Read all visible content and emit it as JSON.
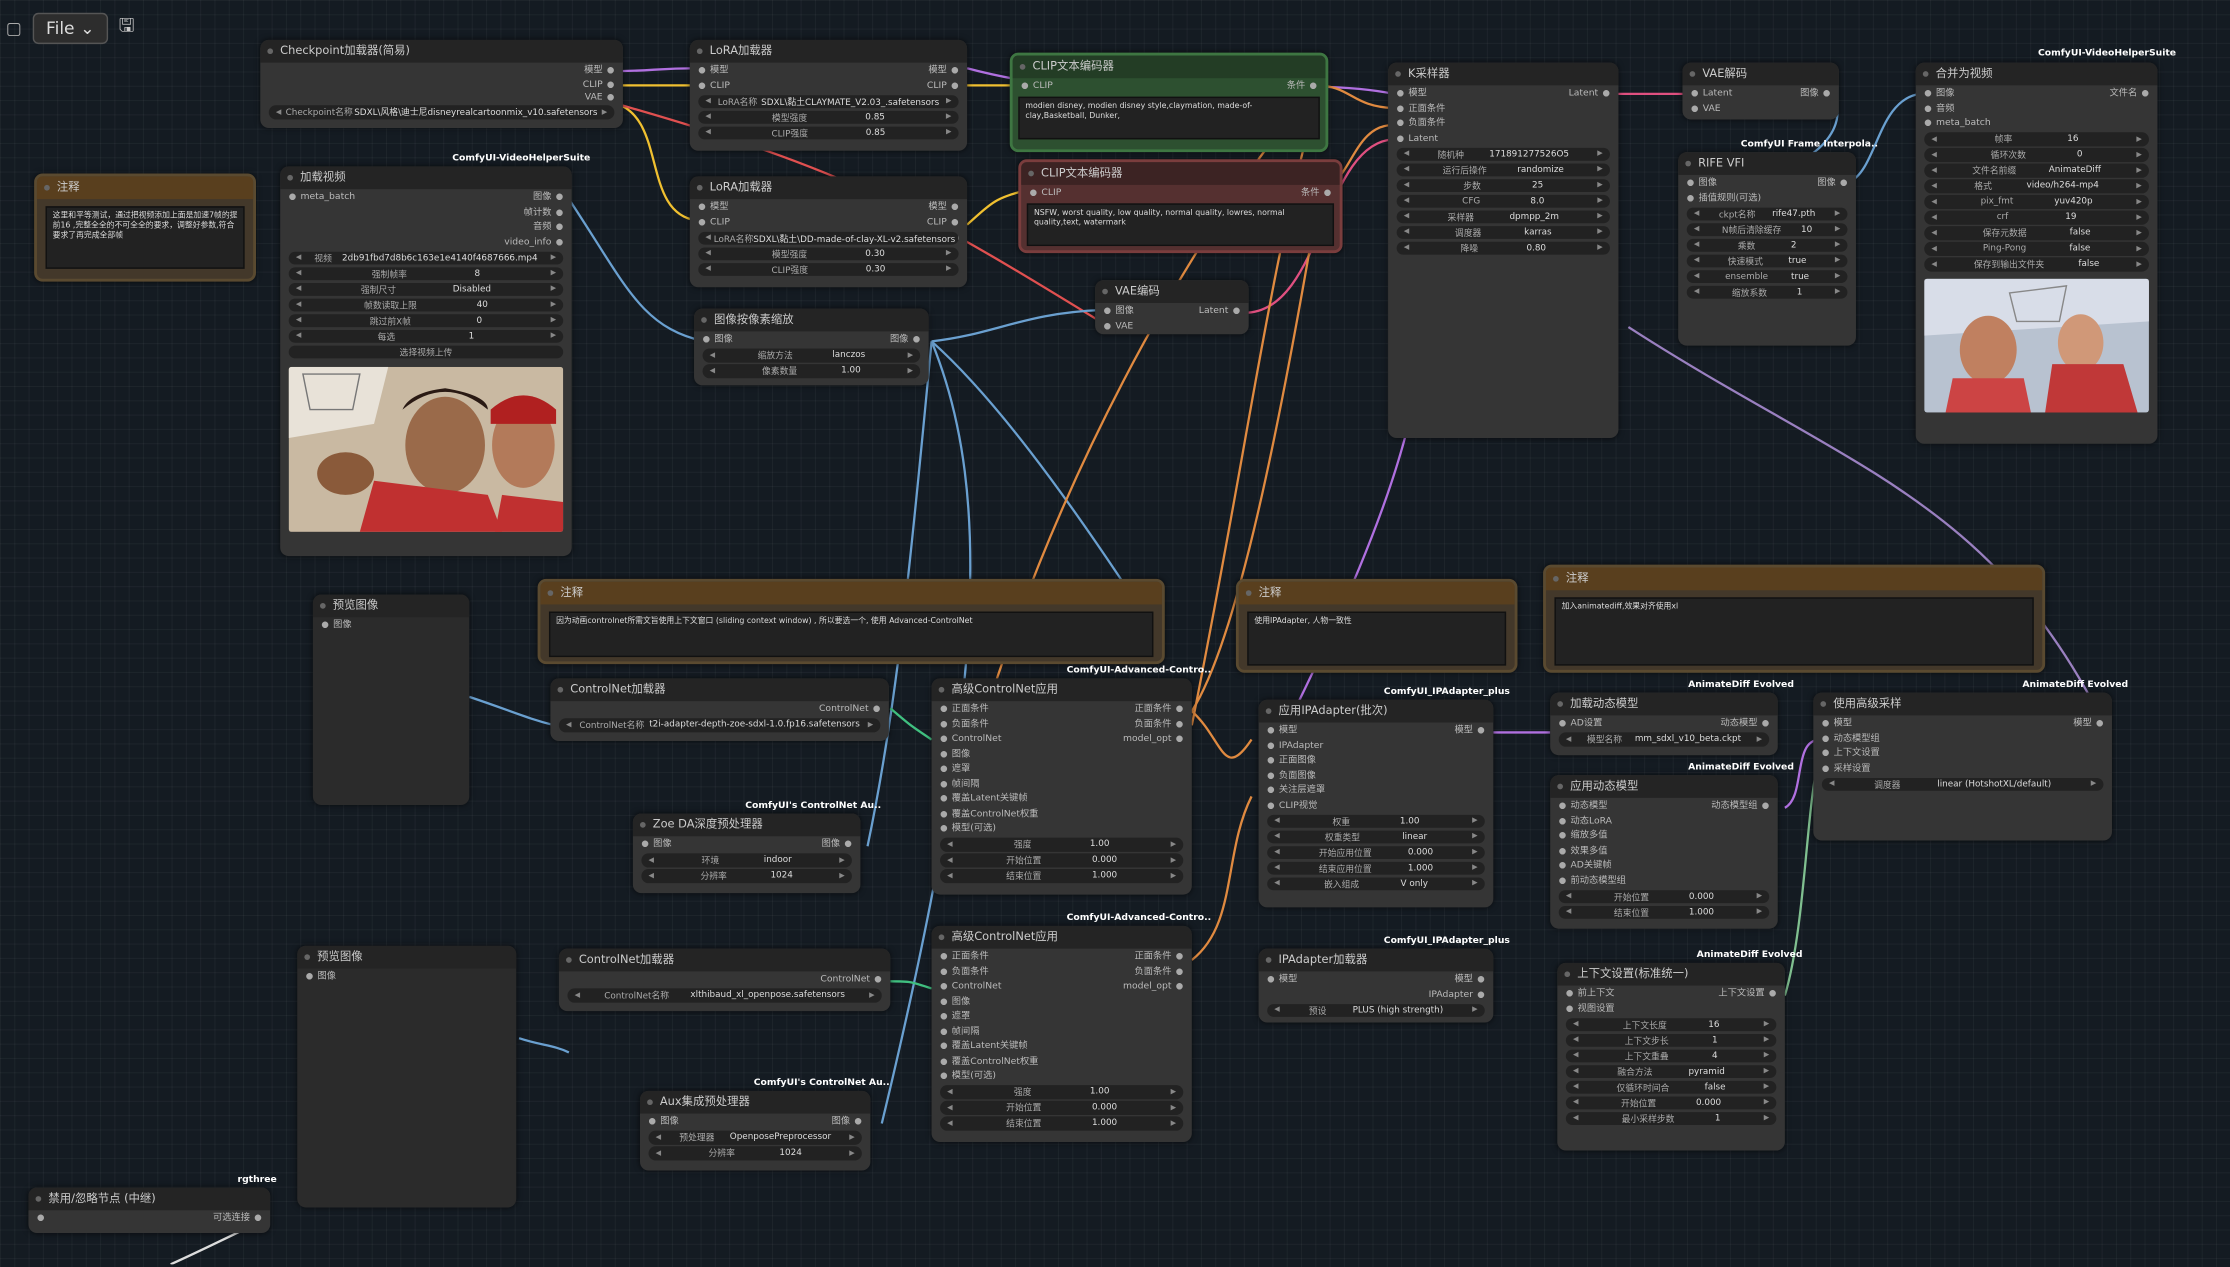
{
  "topbar": {
    "file_label": "File"
  },
  "badges": {
    "vhs1": "ComfyUI-VideoHelperSuite",
    "vhs2": "ComfyUI-VideoHelperSuite",
    "fi": "ComfyUI Frame Interpola..",
    "acn1": "ComfyUI-Advanced-Contro..",
    "acn2": "ComfyUI-Advanced-Contro..",
    "cnaux1": "ComfyUI's ControlNet Au..",
    "cnaux2": "ComfyUI's ControlNet Au..",
    "ipa1": "ComfyUI_IPAdapter_plus",
    "ipa2": "ComfyUI_IPAdapter_plus",
    "ade1": "AnimateDiff Evolved",
    "ade2": "AnimateDiff Evolved",
    "ade3": "AnimateDiff Evolved",
    "ade4": "AnimateDiff Evolved",
    "rg": "rgthree"
  },
  "checkpoint": {
    "title": "Checkpoint加载器(简易)",
    "out1": "模型",
    "out2": "CLIP",
    "out3": "VAE",
    "w_label": "Checkpoint名称",
    "w_value": "SDXL\\风格\\迪士尼disneyrealcartoonmix_v10.safetensors"
  },
  "lora1": {
    "title": "LoRA加载器",
    "in1": "模型",
    "in2": "CLIP",
    "out1": "模型",
    "out2": "CLIP",
    "w1l": "LoRA名称",
    "w1v": "SDXL\\黏土CLAYMATE_V2.03_.safetensors",
    "w2l": "模型强度",
    "w2v": "0.85",
    "w3l": "CLIP强度",
    "w3v": "0.85"
  },
  "lora2": {
    "title": "LoRA加载器",
    "in1": "模型",
    "in2": "CLIP",
    "out1": "模型",
    "out2": "CLIP",
    "w1l": "LoRA名称",
    "w1v": "SDXL\\黏土\\DD-made-of-clay-XL-v2.safetensors",
    "w2l": "模型强度",
    "w2v": "0.30",
    "w3l": "CLIP强度",
    "w3v": "0.30"
  },
  "clip_pos": {
    "title": "CLIP文本编码器",
    "in": "CLIP",
    "out": "条件",
    "text": "modien disney, modien disney style,claymation, made-of-clay,Basketball, Dunker,"
  },
  "clip_neg": {
    "title": "CLIP文本编码器",
    "in": "CLIP",
    "out": "条件",
    "text": "NSFW, worst quality, low quality, normal quality, lowres, normal quality,text, watermark"
  },
  "note1": {
    "title": "注释",
    "text": "这里和平等测试，通过把视频添加上面是加速7帧的提前16 ,完整全全的不可全全的要求，调整好参数,符合要求了再完成全部帧"
  },
  "load_video": {
    "title": "加载视频",
    "in1": "meta_batch",
    "out1": "图像",
    "out2": "帧计数",
    "out3": "音频",
    "out4": "video_info",
    "w1l": "视频",
    "w1v": "2db91fbd7d8b6c163e1e4140f4687666.mp4",
    "w2l": "强制帧率",
    "w2v": "8",
    "w3l": "强制尺寸",
    "w3v": "Disabled",
    "w4l": "帧数读取上限",
    "w4v": "40",
    "w5l": "跳过前X帧",
    "w5v": "0",
    "w6l": "每选",
    "w6v": "1",
    "upload": "选择视频上传"
  },
  "upscale": {
    "title": "图像按像素缩放",
    "in": "图像",
    "out": "图像",
    "w1l": "缩放方法",
    "w1v": "lanczos",
    "w2l": "像素数量",
    "w2v": "1.00"
  },
  "vae_decode1": {
    "title": "VAE编码",
    "in1": "图像",
    "in2": "VAE",
    "out": "Latent"
  },
  "ksampler": {
    "title": "K采样器",
    "in1": "模型",
    "in2": "正面条件",
    "in3": "负面条件",
    "in4": "Latent",
    "out": "Latent",
    "w1l": "随机种",
    "w1v": "171891277526O5",
    "w2l": "运行后操作",
    "w2v": "randomize",
    "w3l": "步数",
    "w3v": "25",
    "w4l": "CFG",
    "w4v": "8.0",
    "w5l": "采样器",
    "w5v": "dpmpp_2m",
    "w6l": "调度器",
    "w6v": "karras",
    "w7l": "降噪",
    "w7v": "0.80"
  },
  "vae_decode2": {
    "title": "VAE解码",
    "in1": "Latent",
    "in2": "VAE",
    "out": "图像"
  },
  "rife": {
    "title": "RIFE VFI",
    "in1": "图像",
    "in2": "插值规则(可选)",
    "out": "图像",
    "w1l": "ckpt名称",
    "w1v": "rife47.pth",
    "w2l": "N帧后清除缓存",
    "w2v": "10",
    "w3l": "乘数",
    "w3v": "2",
    "w4l": "快速模式",
    "w4v": "true",
    "w5l": "ensemble",
    "w5v": "true",
    "w6l": "缩放系数",
    "w6v": "1"
  },
  "combine": {
    "title": "合并为视频",
    "in1": "图像",
    "in2": "音频",
    "in3": "meta_batch",
    "out": "文件名",
    "w1l": "帧率",
    "w1v": "16",
    "w2l": "循环次数",
    "w2v": "0",
    "w3l": "文件名前缀",
    "w3v": "AnimateDiff",
    "w4l": "格式",
    "w4v": "video/h264-mp4",
    "w5l": "pix_fmt",
    "w5v": "yuv420p",
    "w6l": "crf",
    "w6v": "19",
    "w7l": "保存元数据",
    "w7v": "false",
    "w8l": "Ping-Pong",
    "w8v": "false",
    "w9l": "保存到输出文件夹",
    "w9v": "false"
  },
  "preview1": {
    "title": "预览图像",
    "in": "图像"
  },
  "preview2": {
    "title": "预览图像",
    "in": "图像"
  },
  "note2": {
    "title": "注释",
    "text": "因为动画controlnet所需文旨使用上下文窗口 (sliding context window) , 所以要选一个, 使用 Advanced-ControlNet"
  },
  "note3": {
    "title": "注释",
    "text": "使用IPAdapter, 人物一致性"
  },
  "note4": {
    "title": "注释",
    "text": "加入animatediff,效果对齐使用xl"
  },
  "cn_loader1": {
    "title": "ControlNet加载器",
    "out": "ControlNet",
    "wl": "ControlNet名称",
    "wv": "t2i-adapter-depth-zoe-sdxl-1.0.fp16.safetensors"
  },
  "cn_loader2": {
    "title": "ControlNet加载器",
    "out": "ControlNet",
    "wl": "ControlNet名称",
    "wv": "xlthibaud_xl_openpose.safetensors"
  },
  "adv_cn1": {
    "title": "高级ControlNet应用",
    "in": [
      "正面条件",
      "负面条件",
      "ControlNet",
      "图像",
      "遮罩",
      "帧间隔",
      "覆盖Latent关键帧",
      "覆盖ControlNet权重",
      "模型(可选)"
    ],
    "out1": "正面条件",
    "out2": "负面条件",
    "out3": "model_opt",
    "w1l": "强度",
    "w1v": "1.00",
    "w2l": "开始位置",
    "w2v": "0.000",
    "w3l": "结束位置",
    "w3v": "1.000"
  },
  "adv_cn2": {
    "title": "高级ControlNet应用",
    "in": [
      "正面条件",
      "负面条件",
      "ControlNet",
      "图像",
      "遮罩",
      "帧间隔",
      "覆盖Latent关键帧",
      "覆盖ControlNet权重",
      "模型(可选)"
    ],
    "out1": "正面条件",
    "out2": "负面条件",
    "out3": "model_opt",
    "w1l": "强度",
    "w1v": "1.00",
    "w2l": "开始位置",
    "w2v": "0.000",
    "w3l": "结束位置",
    "w3v": "1.000"
  },
  "zoe": {
    "title": "Zoe DA深度预处理器",
    "in": "图像",
    "out": "图像",
    "w1l": "环境",
    "w1v": "indoor",
    "w2l": "分辨率",
    "w2v": "1024"
  },
  "aux": {
    "title": "Aux集成预处理器",
    "in": "图像",
    "out": "图像",
    "w1l": "预处理器",
    "w1v": "OpenposePreprocessor",
    "w2l": "分辨率",
    "w2v": "1024"
  },
  "ipadapter_apply": {
    "title": "应用IPAdapter(批次)",
    "in": [
      "模型",
      "IPAdapter",
      "正面图像",
      "负面图像",
      "关注层遮罩",
      "CLIP视觉"
    ],
    "out": "模型",
    "w1l": "权重",
    "w1v": "1.00",
    "w2l": "权重类型",
    "w2v": "linear",
    "w3l": "开始应用位置",
    "w3v": "0.000",
    "w4l": "结束应用位置",
    "w4v": "1.000",
    "w5l": "嵌入组成",
    "w5v": "V only"
  },
  "ipadapter_loader": {
    "title": "IPAdapter加载器",
    "in": "模型",
    "out1": "模型",
    "out2": "IPAdapter",
    "wl": "预设",
    "wv": "PLUS (high strength)"
  },
  "load_motion": {
    "title": "加载动态模型",
    "in": "AD设置",
    "out": "动态模型",
    "wl": "模型名称",
    "wv": "mm_sdxl_v10_beta.ckpt"
  },
  "apply_motion": {
    "title": "应用动态模型",
    "in": [
      "动态模型",
      "动态LoRA",
      "缩放多值",
      "效果多值",
      "AD关键帧",
      "前动态模型组"
    ],
    "out": "动态模型组",
    "w1l": "开始位置",
    "w1v": "0.000",
    "w2l": "结束位置",
    "w2v": "1.000"
  },
  "sampler_adv": {
    "title": "使用高级采样",
    "in": [
      "模型",
      "动态模型组",
      "上下文设置",
      "采样设置"
    ],
    "out": "模型",
    "wl": "调度器",
    "wv": "linear (HotshotXL/default)"
  },
  "context": {
    "title": "上下文设置(标准统一)",
    "in1": "前上下文",
    "in2": "视图设置",
    "out": "上下文设置",
    "w1l": "上下文长度",
    "w1v": "16",
    "w2l": "上下文步长",
    "w2v": "1",
    "w3l": "上下文重叠",
    "w3v": "4",
    "w4l": "融合方法",
    "w4v": "pyramid",
    "w5l": "仅循环时间合",
    "w5v": "false",
    "w6l": "开始位置",
    "w6v": "0.000",
    "w7l": "最小采样步数",
    "w7v": "1"
  },
  "bypass": {
    "title": "禁用/忽略节点 (中继)",
    "out": "可选连接"
  }
}
